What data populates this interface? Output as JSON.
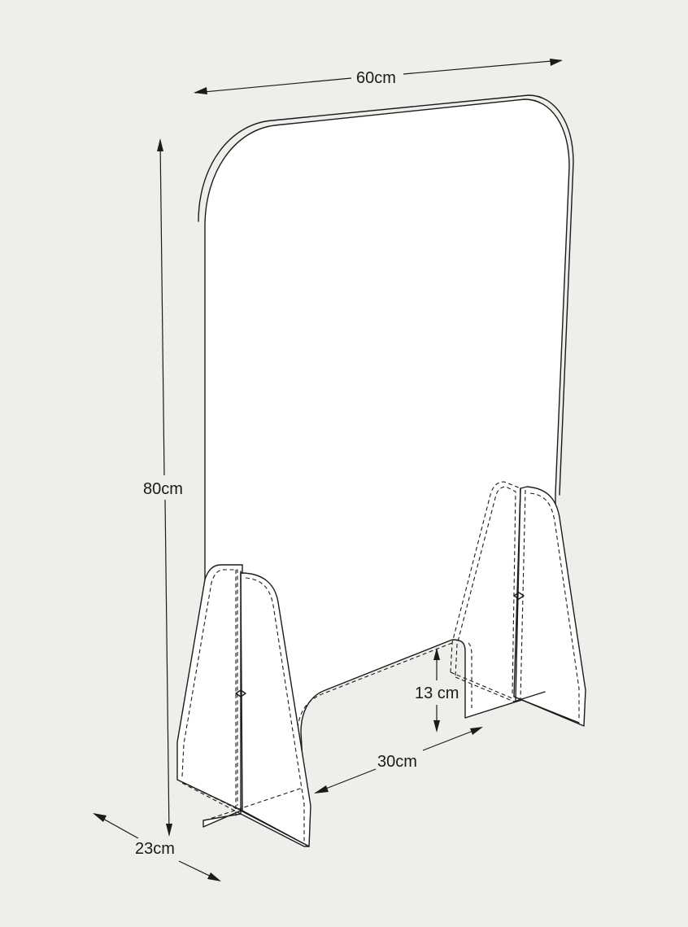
{
  "dimensions": {
    "width": "60cm",
    "height": "80cm",
    "depth": "23cm",
    "cutout_height": "13 cm",
    "cutout_width": "30cm"
  },
  "colors": {
    "background": "#efeeea",
    "line": "#1b1b1b",
    "panel": "#ffffff"
  }
}
